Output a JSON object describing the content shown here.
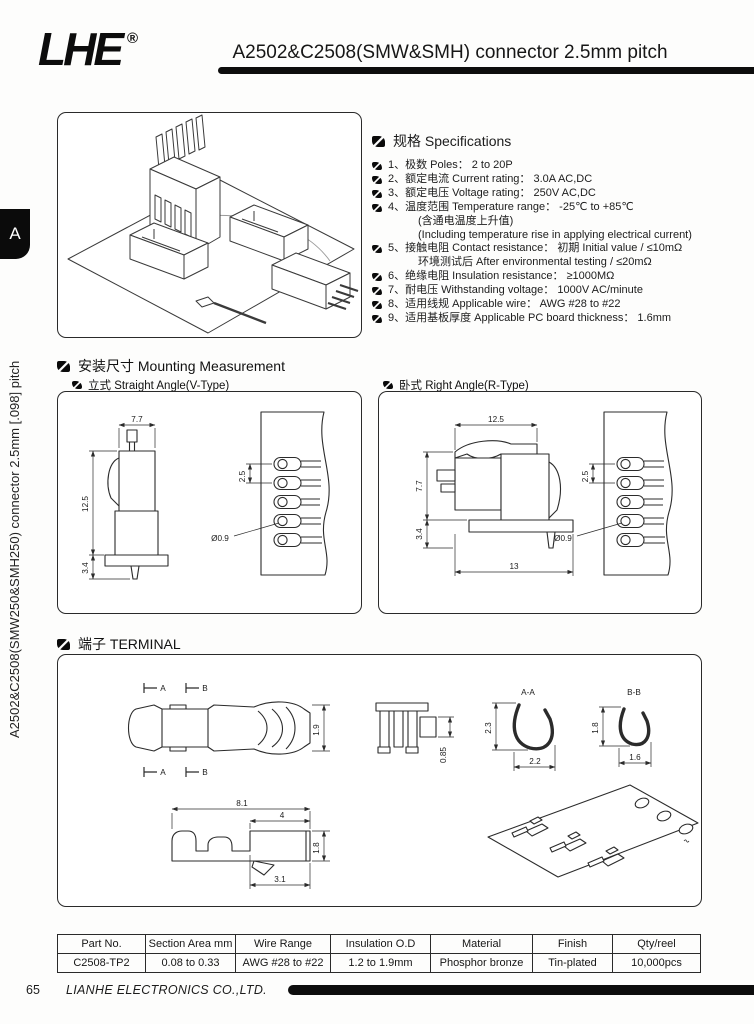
{
  "header": {
    "logo": "LHE",
    "registered_mark": "®",
    "title": "A2502&C2508(SMW&SMH) connector 2.5mm pitch"
  },
  "sidebar": {
    "tab": "A",
    "vertical_title": "A2502&C2508(SMW250&SMH250) connector 2.5mm [.098] pitch"
  },
  "specifications": {
    "heading": "规格 Specifications",
    "lines": [
      {
        "bullet": true,
        "text": "1、极数 Poles： 2 to 20P"
      },
      {
        "bullet": true,
        "text": "2、额定电流 Current rating： 3.0A  AC,DC"
      },
      {
        "bullet": true,
        "text": "3、额定电压 Voltage rating： 250V  AC,DC"
      },
      {
        "bullet": true,
        "text": "4、温度范围 Temperature range： -25℃ to +85℃"
      },
      {
        "bullet": false,
        "text": "(含通电温度上升值)"
      },
      {
        "bullet": false,
        "text": "(Including temperature rise in applying electrical current)"
      },
      {
        "bullet": true,
        "text": "5、接触电阻 Contact resistance： 初期 Initial value / ≤10mΩ"
      },
      {
        "bullet": false,
        "text": "环境测试后 After environmental testing / ≤20mΩ"
      },
      {
        "bullet": true,
        "text": "6、绝缘电阻 Insulation resistance： ≥1000MΩ"
      },
      {
        "bullet": true,
        "text": "7、耐电压 Withstanding voltage： 1000V  AC/minute"
      },
      {
        "bullet": true,
        "text": "8、适用线规 Applicable wire： AWG #28 to #22"
      },
      {
        "bullet": true,
        "text": "9、适用基板厚度 Applicable PC board thickness： 1.6mm"
      }
    ]
  },
  "mounting": {
    "heading": "安装尺寸 Mounting Measurement",
    "v_type": {
      "label": "立式 Straight Angle(V-Type)",
      "dims": {
        "width": "7.7",
        "height": "12.5",
        "base": "3.4",
        "pitch": "2.5",
        "hole": "Ø0.9"
      }
    },
    "r_type": {
      "label": "卧式 Right Angle(R-Type)",
      "dims": {
        "width": "12.5",
        "height": "7.7",
        "base": "3.4",
        "length": "13",
        "pitch": "2.5",
        "hole": "Ø0.9"
      }
    }
  },
  "terminal": {
    "heading": "端子 TERMINAL",
    "sections": {
      "a": "A",
      "b": "B",
      "aa": "A-A",
      "bb": "B-B"
    },
    "dims": {
      "side_height": "1.9",
      "front_width": "0.85",
      "aa_height": "2.3",
      "aa_width": "2.2",
      "bb_height": "1.8",
      "bb_width": "1.6",
      "crimp_total": "8.1",
      "crimp_barrel": "4",
      "crimp_height": "1.8",
      "crimp_tail": "3.1"
    }
  },
  "table": {
    "headers": [
      "Part No.",
      "Section Area mm",
      "Wire Range",
      "Insulation O.D",
      "Material",
      "Finish",
      "Qty/reel"
    ],
    "row": [
      "C2508-TP2",
      "0.08 to 0.33",
      "AWG #28 to #22",
      "1.2 to 1.9mm",
      "Phosphor bronze",
      "Tin-plated",
      "10,000pcs"
    ]
  },
  "footer": {
    "page_number": "65",
    "company": "LIANHE ELECTRONICS CO.,LTD."
  }
}
